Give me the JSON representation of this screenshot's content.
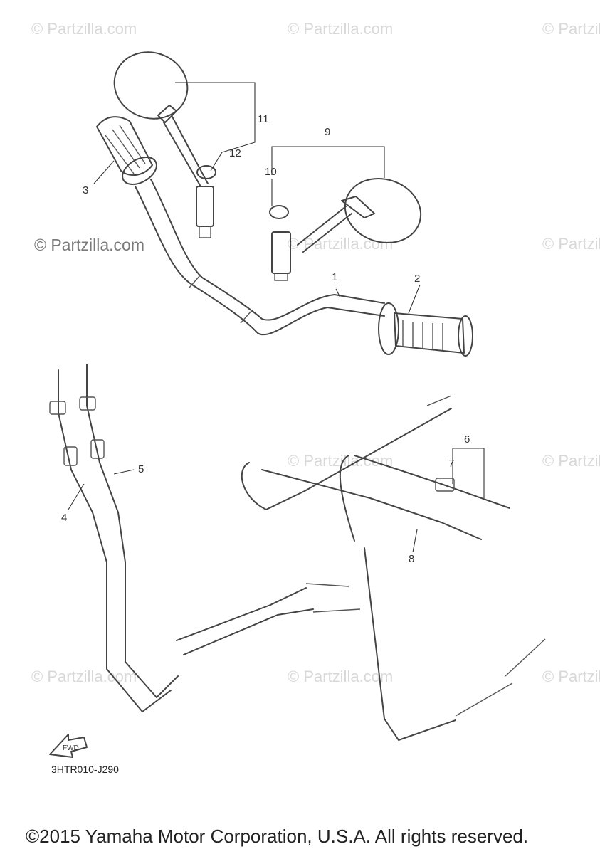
{
  "watermark": "© Partzilla.com",
  "callouts": [
    "1",
    "2",
    "3",
    "4",
    "5",
    "6",
    "7",
    "8",
    "9",
    "10",
    "11",
    "12"
  ],
  "fwd_label": "FWD",
  "diagram_code": "3HTR010-J290",
  "copyright": "©2015 Yamaha Motor Corporation, U.S.A. All rights reserved."
}
